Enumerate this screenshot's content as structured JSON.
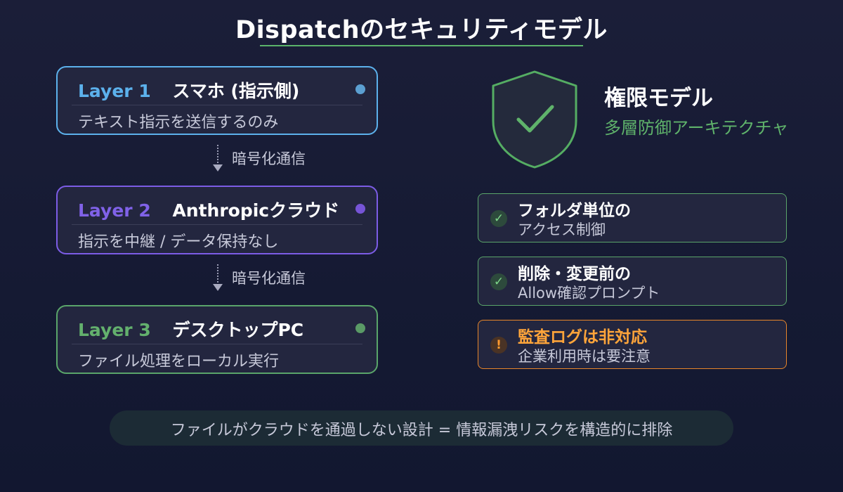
{
  "title": "Dispatchのセキュリティモデル",
  "layers": [
    {
      "num": "Layer 1",
      "name": "スマホ (指示側)",
      "desc": "テキスト指示を送信するのみ"
    },
    {
      "num": "Layer 2",
      "name": "Anthropicクラウド",
      "desc": "指示を中継 / データ保持なし"
    },
    {
      "num": "Layer 3",
      "name": "デスクトップPC",
      "desc": "ファイル処理をローカル実行"
    }
  ],
  "connectors": [
    {
      "label": "暗号化通信"
    },
    {
      "label": "暗号化通信"
    }
  ],
  "permission": {
    "title": "権限モデル",
    "subtitle": "多層防御アーキテクチャ"
  },
  "features": [
    {
      "icon": "✓",
      "title": "フォルダ単位の",
      "desc": "アクセス制御"
    },
    {
      "icon": "✓",
      "title": "削除・変更前の",
      "desc": "Allow確認プロンプト"
    },
    {
      "icon": "!",
      "title": "監査ログは非対応",
      "desc": "企業利用時は要注意"
    }
  ],
  "footer": "ファイルがクラウドを通過しない設計 = 情報漏洩リスクを構造的に排除",
  "colors": {
    "layer1": "#5cb1ec",
    "layer2": "#7c5ce6",
    "layer3": "#5aa56a",
    "warning": "#e8862a",
    "accent_green": "#5fb36b"
  },
  "icons": {
    "shield": "shield-check-icon",
    "check": "check-icon",
    "warning": "warning-icon"
  }
}
